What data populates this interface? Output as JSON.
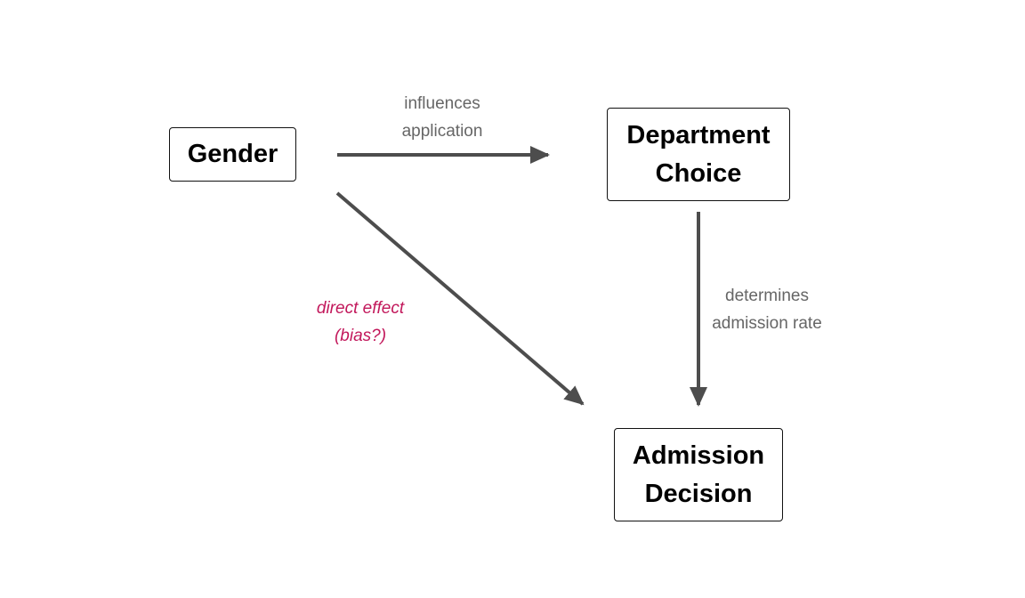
{
  "nodes": {
    "gender": {
      "line1": "Gender"
    },
    "department": {
      "line1": "Department",
      "line2": "Choice"
    },
    "admission": {
      "line1": "Admission",
      "line2": "Decision"
    }
  },
  "edges": {
    "gender_to_department": {
      "line1": "influences",
      "line2": "application"
    },
    "department_to_admission": {
      "line1": "determines",
      "line2": "admission rate"
    },
    "gender_to_admission": {
      "line1": "direct effect",
      "line2": "(bias?)"
    }
  },
  "colors": {
    "arrow": "#4d4d4d",
    "edge_label": "#666666",
    "highlight_label": "#c2185b",
    "node_border": "#111111"
  }
}
